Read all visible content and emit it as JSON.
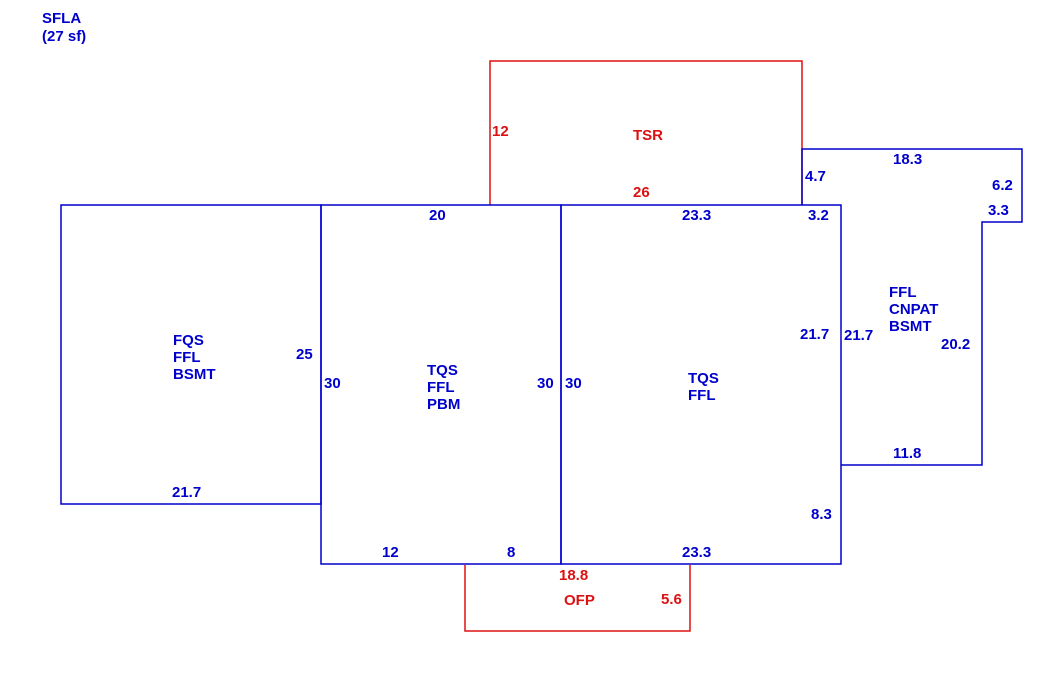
{
  "summary": {
    "label": "SFLA",
    "area": "(27 sf)"
  },
  "colors": {
    "primary": "#0000cc",
    "secondary": "#dd1111"
  },
  "areas": {
    "left": {
      "lines": [
        "FQS",
        "FFL",
        "BSMT"
      ]
    },
    "center": {
      "lines": [
        "TQS",
        "FFL",
        "PBM"
      ]
    },
    "right": {
      "lines": [
        "TQS",
        "FFL"
      ]
    },
    "wing": {
      "lines": [
        "FFL",
        "CNPAT",
        "BSMT"
      ]
    },
    "top": {
      "name": "TSR"
    },
    "bottom": {
      "name": "OFP"
    }
  },
  "dimensions": {
    "left_inner_height": "25",
    "left_bottom": "21.7",
    "center_top": "20",
    "center_left": "30",
    "center_right": "30",
    "center_bottom_a": "12",
    "center_bottom_b": "8",
    "right_left": "30",
    "right_top": "23.3",
    "right_top_end": "3.2",
    "right_bottom": "23.3",
    "right_inner_a": "21.7",
    "right_inner_b": "8.3",
    "wing_left": "21.7",
    "wing_top": "18.3",
    "wing_step_right": "6.2",
    "wing_step_top": "3.3",
    "wing_inner_right": "20.2",
    "wing_bottom": "11.8",
    "wing_top_left": "4.7",
    "top_left": "12",
    "top_bottom": "26",
    "bottom_top": "18.8",
    "bottom_right": "5.6"
  }
}
